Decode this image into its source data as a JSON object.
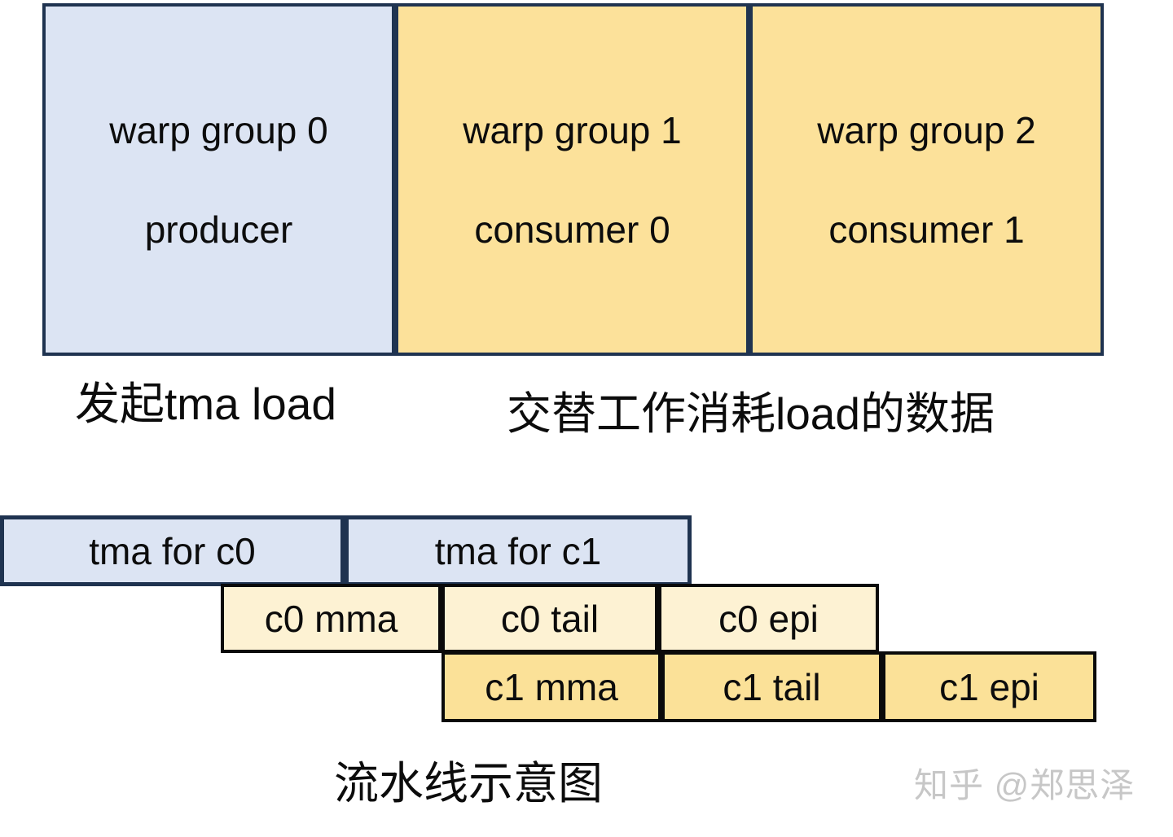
{
  "colors": {
    "producer_fill": "#dce4f3",
    "consumer_fill": "#fce19a",
    "consumer_light_fill": "#fdf2d3",
    "navy_border": "#1f3350",
    "black_border": "#0a0a0a",
    "text": "#0c0c0c",
    "watermark_gray": "#c7c7c7",
    "background": "#ffffff"
  },
  "warp_groups": [
    {
      "line1": "warp group 0",
      "line2": "producer"
    },
    {
      "line1": "warp group 1",
      "line2": "consumer 0"
    },
    {
      "line1": "warp group 2",
      "line2": "consumer 1"
    }
  ],
  "captions": {
    "producer_caption": "发起tma load",
    "consumer_caption": "交替工作消耗load的数据",
    "pipeline_caption": "流水线示意图"
  },
  "pipeline": {
    "tma_row": [
      {
        "label": "tma for c0"
      },
      {
        "label": "tma for c1"
      }
    ],
    "c0_row": [
      {
        "label": "c0 mma"
      },
      {
        "label": "c0 tail"
      },
      {
        "label": "c0 epi"
      }
    ],
    "c1_row": [
      {
        "label": "c1 mma"
      },
      {
        "label": "c1 tail"
      },
      {
        "label": "c1 epi"
      }
    ]
  },
  "watermark": {
    "text": "知乎 @郑思泽"
  }
}
